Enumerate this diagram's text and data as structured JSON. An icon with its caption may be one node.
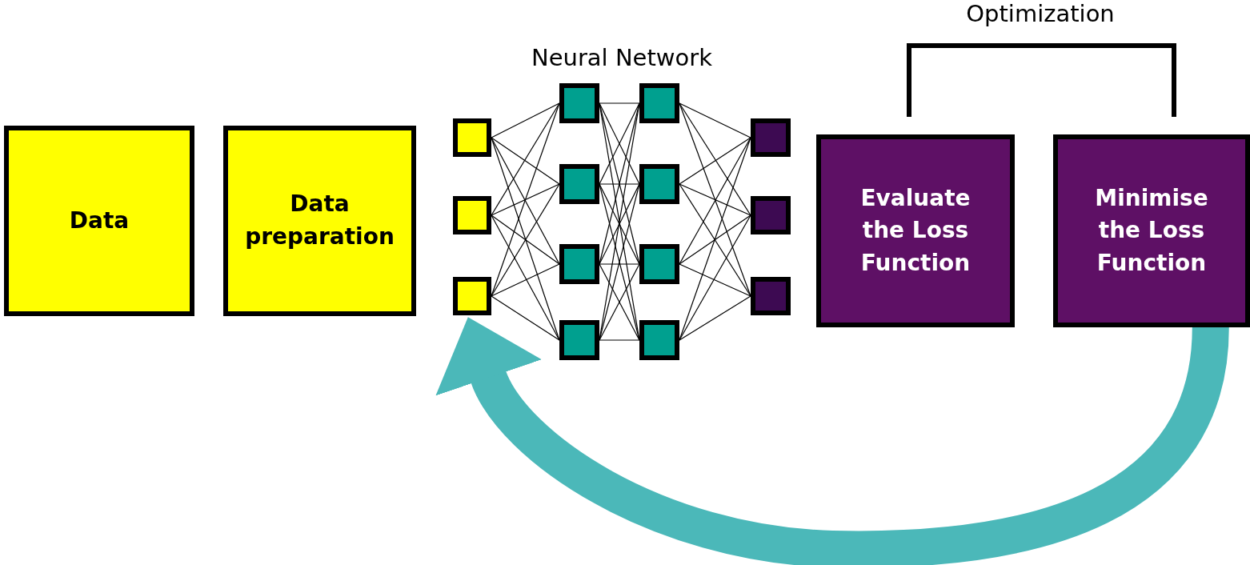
{
  "diagram": {
    "nodes": [
      {
        "text": [
          "Data"
        ]
      },
      {
        "text": [
          "Data preparation"
        ]
      },
      {
        "text": [],
        "shape": "box"
      },
      {
        "text": [],
        "shape": "box"
      },
      {
        "text": [],
        "shape": "box"
      },
      {
        "text": [],
        "shape": "box"
      },
      {
        "text": [],
        "shape": "box"
      },
      {
        "text": [],
        "shape": "box"
      },
      {
        "text": [],
        "shape": "box"
      },
      {
        "text": [],
        "shape": "box"
      },
      {
        "text": [],
        "shape": "box"
      },
      {
        "text": [],
        "shape": "box"
      },
      {
        "text": [],
        "shape": "box"
      },
      {
        "text": [],
        "shape": "box"
      },
      {
        "text": [],
        "shape": "box"
      },
      {
        "text": [],
        "shape": "box"
      },
      {
        "text": [
          "Evaluate the Loss Function"
        ]
      },
      {
        "text": [
          "Minimise the Loss Function"
        ]
      }
    ],
    "edges": [
      {
        "from": 2,
        "to": 5,
        "arrow": "none"
      },
      {
        "from": 2,
        "to": 6,
        "arrow": "none"
      },
      {
        "from": 2,
        "to": 7,
        "arrow": "none"
      },
      {
        "from": 2,
        "to": 8,
        "arrow": "none"
      },
      {
        "from": 3,
        "to": 5,
        "arrow": "none"
      },
      {
        "from": 3,
        "to": 6,
        "arrow": "none"
      },
      {
        "from": 3,
        "to": 7,
        "arrow": "none"
      },
      {
        "from": 3,
        "to": 8,
        "arrow": "none"
      },
      {
        "from": 4,
        "to": 5,
        "arrow": "none"
      },
      {
        "from": 4,
        "to": 6,
        "arrow": "none"
      },
      {
        "from": 4,
        "to": 7,
        "arrow": "none"
      },
      {
        "from": 4,
        "to": 8,
        "arrow": "none"
      },
      {
        "from": 5,
        "to": 9,
        "arrow": "none"
      },
      {
        "from": 5,
        "to": 10,
        "arrow": "none"
      },
      {
        "from": 5,
        "to": 11,
        "arrow": "none"
      },
      {
        "from": 5,
        "to": 12,
        "arrow": "none"
      },
      {
        "from": 6,
        "to": 9,
        "arrow": "none"
      },
      {
        "from": 6,
        "to": 10,
        "arrow": "none"
      },
      {
        "from": 6,
        "to": 11,
        "arrow": "none"
      },
      {
        "from": 6,
        "to": 12,
        "arrow": "none"
      },
      {
        "from": 7,
        "to": 9,
        "arrow": "none"
      },
      {
        "from": 7,
        "to": 10,
        "arrow": "none"
      },
      {
        "from": 7,
        "to": 11,
        "arrow": "none"
      },
      {
        "from": 7,
        "to": 12,
        "arrow": "none"
      },
      {
        "from": 8,
        "to": 9,
        "arrow": "none"
      },
      {
        "from": 8,
        "to": 10,
        "arrow": "none"
      },
      {
        "from": 8,
        "to": 11,
        "arrow": "none"
      },
      {
        "from": 8,
        "to": 12,
        "arrow": "none"
      },
      {
        "from": 9,
        "to": 13,
        "arrow": "none"
      },
      {
        "from": 9,
        "to": 14,
        "arrow": "none"
      },
      {
        "from": 9,
        "to": 15,
        "arrow": "none"
      },
      {
        "from": 10,
        "to": 13,
        "arrow": "none"
      },
      {
        "from": 10,
        "to": 14,
        "arrow": "none"
      },
      {
        "from": 10,
        "to": 15,
        "arrow": "none"
      },
      {
        "from": 11,
        "to": 13,
        "arrow": "none"
      },
      {
        "from": 11,
        "to": 14,
        "arrow": "none"
      },
      {
        "from": 11,
        "to": 15,
        "arrow": "none"
      },
      {
        "from": 12,
        "to": 13,
        "arrow": "none"
      },
      {
        "from": 12,
        "to": 14,
        "arrow": "none"
      },
      {
        "from": 12,
        "to": 15,
        "arrow": "none"
      },
      {
        "from": 17,
        "to": 4,
        "arrow": "to",
        "style": "thick",
        "color": "#4bb8b9"
      }
    ],
    "labels": [
      "Neural Network",
      "Optimization"
    ]
  }
}
